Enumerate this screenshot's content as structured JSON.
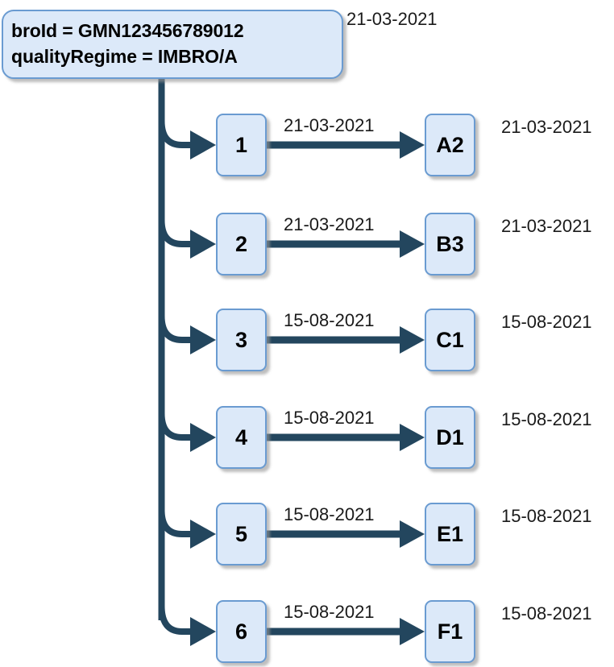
{
  "diagram": {
    "type": "tree-flow",
    "background_color": "#ffffff",
    "accent_color": "#23465e",
    "node_fill": "#dce9f9",
    "node_border": "#6a9bd1",
    "root": {
      "lines": [
        "broId = GMN123456789012",
        "qualityRegime = IMBRO/A"
      ],
      "date": "21-03-2021"
    },
    "rows": [
      {
        "stage_label": "1",
        "edge_date": "21-03-2021",
        "result_label": "A2",
        "result_date": "21-03-2021"
      },
      {
        "stage_label": "2",
        "edge_date": "21-03-2021",
        "result_label": "B3",
        "result_date": "21-03-2021"
      },
      {
        "stage_label": "3",
        "edge_date": "15-08-2021",
        "result_label": "C1",
        "result_date": "15-08-2021"
      },
      {
        "stage_label": "4",
        "edge_date": "15-08-2021",
        "result_label": "D1",
        "result_date": "15-08-2021"
      },
      {
        "stage_label": "5",
        "edge_date": "15-08-2021",
        "result_label": "E1",
        "result_date": "15-08-2021"
      },
      {
        "stage_label": "6",
        "edge_date": "15-08-2021",
        "result_label": "F1",
        "result_date": "15-08-2021"
      }
    ]
  }
}
